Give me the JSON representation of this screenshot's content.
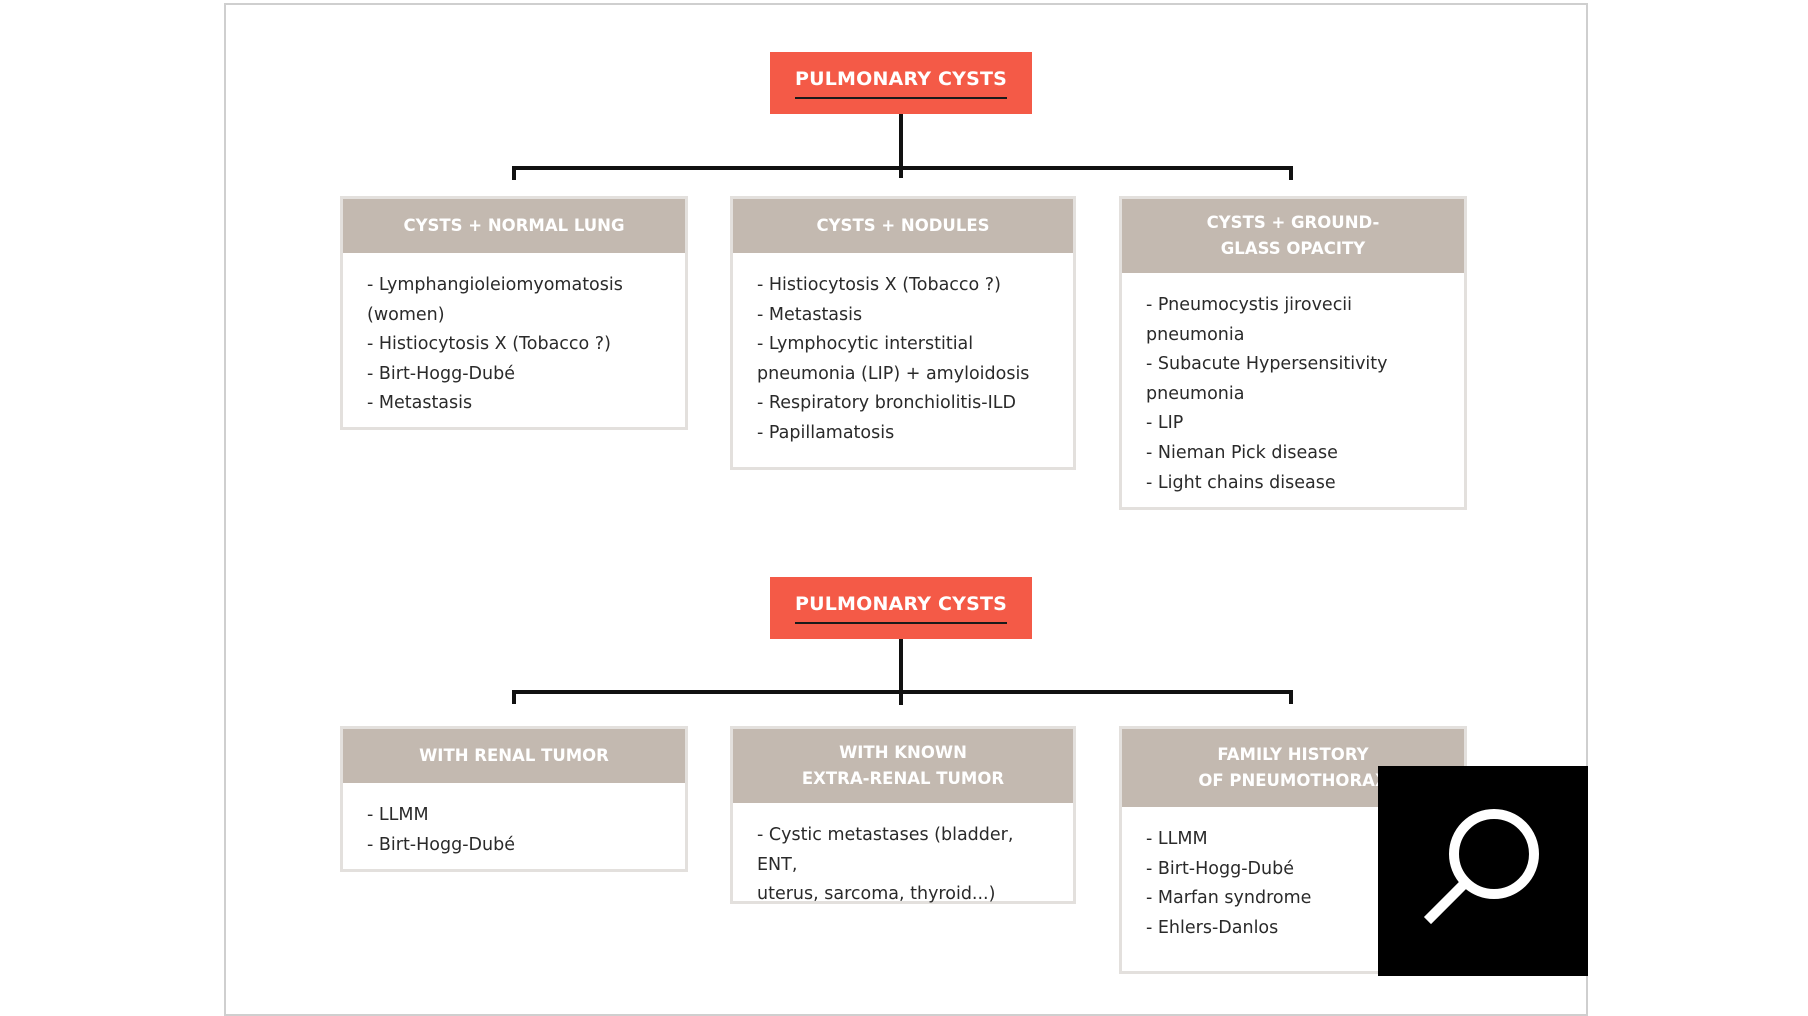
{
  "diagrams": [
    {
      "root": "PULMONARY CYSTS",
      "branches": [
        {
          "heading": [
            "CYSTS + NORMAL LUNG"
          ],
          "items": [
            "- Lymphangioleiomyomatosis",
            "(women)",
            "- Histiocytosis X (Tobacco ?)",
            "- Birt-Hogg-Dubé",
            "- Metastasis"
          ]
        },
        {
          "heading": [
            "CYSTS + NODULES"
          ],
          "items": [
            "- Histiocytosis X (Tobacco ?)",
            "- Metastasis",
            "- Lymphocytic interstitial",
            "pneumonia (LIP) + amyloidosis",
            "- Respiratory bronchiolitis-ILD",
            "- Papillamatosis"
          ]
        },
        {
          "heading": [
            "CYSTS + GROUND-",
            "GLASS OPACITY"
          ],
          "items": [
            "- Pneumocystis jirovecii",
            "pneumonia",
            "- Subacute Hypersensitivity",
            "pneumonia",
            "- LIP",
            "- Nieman Pick disease",
            "- Light chains disease"
          ]
        }
      ]
    },
    {
      "root": "PULMONARY CYSTS",
      "branches": [
        {
          "heading": [
            "WITH RENAL TUMOR"
          ],
          "items": [
            "- LLMM",
            "- Birt-Hogg-Dubé"
          ]
        },
        {
          "heading": [
            "WITH KNOWN",
            "EXTRA-RENAL TUMOR"
          ],
          "items": [
            "- Cystic metastases (bladder, ENT,",
            "uterus, sarcoma, thyroid...)"
          ]
        },
        {
          "heading": [
            "FAMILY HISTORY",
            "OF PNEUMOTHORAX"
          ],
          "items": [
            "- LLMM",
            "- Birt-Hogg-Dubé",
            "- Marfan syndrome",
            "- Ehlers-Danlos"
          ]
        }
      ]
    }
  ],
  "colors": {
    "root_fill": "#f45a47",
    "card_header": "#c3b9b0",
    "card_border": "#e3e0dd",
    "connector": "#111111"
  },
  "zoom_control": {
    "icon": "magnifier-icon"
  }
}
